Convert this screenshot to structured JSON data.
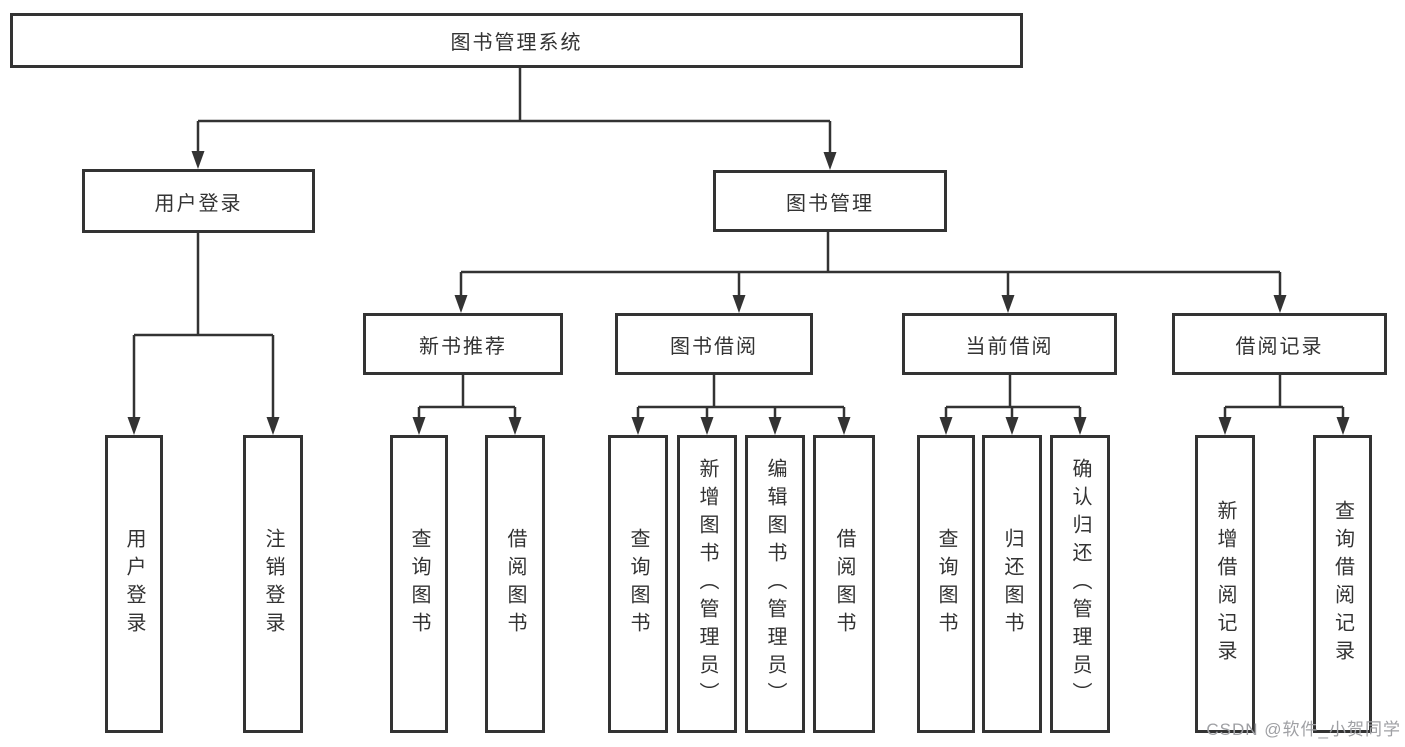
{
  "colors": {
    "line": "#333333",
    "box_border": "#333333",
    "box_background": "#ffffff",
    "watermark": "#9fa0a4"
  },
  "root": {
    "label": "图书管理系统"
  },
  "branches": [
    {
      "label": "用户登录",
      "children": [
        {
          "label": "用户登录"
        },
        {
          "label": "注销登录"
        }
      ]
    },
    {
      "label": "图书管理",
      "children": [
        {
          "label": "新书推荐",
          "children": [
            {
              "label": "查询图书"
            },
            {
              "label": "借阅图书"
            }
          ]
        },
        {
          "label": "图书借阅",
          "children": [
            {
              "label": "查询图书"
            },
            {
              "label": "新增图书（管理员）"
            },
            {
              "label": "编辑图书（管理员）"
            },
            {
              "label": "借阅图书"
            }
          ]
        },
        {
          "label": "当前借阅",
          "children": [
            {
              "label": "查询图书"
            },
            {
              "label": "归还图书"
            },
            {
              "label": "确认归还（管理员）"
            }
          ]
        },
        {
          "label": "借阅记录",
          "children": [
            {
              "label": "新增借阅记录"
            },
            {
              "label": "查询借阅记录"
            }
          ]
        }
      ]
    }
  ],
  "watermark": {
    "text": "CSDN @软件_小贺同学"
  }
}
